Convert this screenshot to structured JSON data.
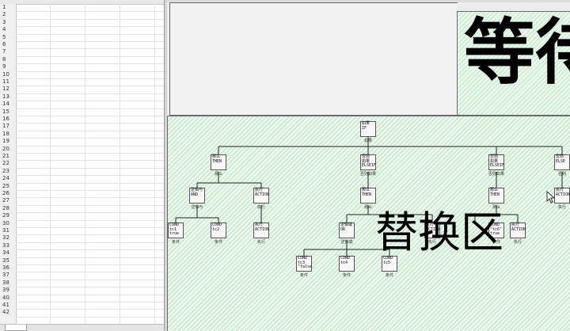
{
  "spreadsheet": {
    "row_numbers": [
      "1",
      "2",
      "3",
      "4",
      "5",
      "6",
      "7",
      "8",
      "9",
      "10",
      "11",
      "12",
      "13",
      "14",
      "15",
      "16",
      "17",
      "18",
      "19",
      "20",
      "21",
      "22",
      "23",
      "24",
      "25",
      "26",
      "27",
      "28",
      "29",
      "30",
      "31",
      "32",
      "33",
      "34",
      "35",
      "36",
      "37",
      "38",
      "39",
      "40",
      "41",
      "42"
    ]
  },
  "title_banner": {
    "text": "等待"
  },
  "zone": {
    "label": "替换区"
  },
  "tree": {
    "root": {
      "text": "如果\nIF",
      "caption": "如果"
    },
    "level1": [
      {
        "text": "那么\nTHEN",
        "caption": "那么"
      },
      {
        "text": "否则\n如果\nELSEIF",
        "caption": "否则如果"
      },
      {
        "text": "否则\n如果\nELSEIF",
        "caption": "否则如果"
      },
      {
        "text": "否则\nELSE",
        "caption": "否则"
      }
    ],
    "level2": [
      {
        "text": "逻辑与\nAND",
        "caption": "逻辑与"
      },
      {
        "text": "执行\nACTION",
        "caption": "执行"
      },
      {
        "text": "那么\nTHEN",
        "caption": "那么"
      },
      {
        "text": "那么\nTHEN",
        "caption": "那么"
      },
      {
        "text": "执行\nACTION",
        "caption": "执行"
      }
    ],
    "level3": [
      {
        "text": "COND\ntc1\ntrue",
        "caption": "条件"
      },
      {
        "text": "COND\ntc2",
        "caption": "条件"
      },
      {
        "text": "执行\nACTION",
        "caption": "执行"
      },
      {
        "text": "逻辑或\nOR",
        "caption": "逻辑或"
      },
      {
        "text": "执行\nACTION",
        "caption": "执行"
      },
      {
        "text": "COND\n\"tc6\"\ntrue",
        "caption": "条件"
      },
      {
        "text": "执行\nACTION",
        "caption": "执行"
      }
    ],
    "level4": [
      {
        "text": "COND\ntc3\n\"false",
        "caption": "条件"
      },
      {
        "text": "COND\ntc4",
        "caption": "条件"
      },
      {
        "text": "COND\ntc5",
        "caption": "条件"
      }
    ]
  }
}
